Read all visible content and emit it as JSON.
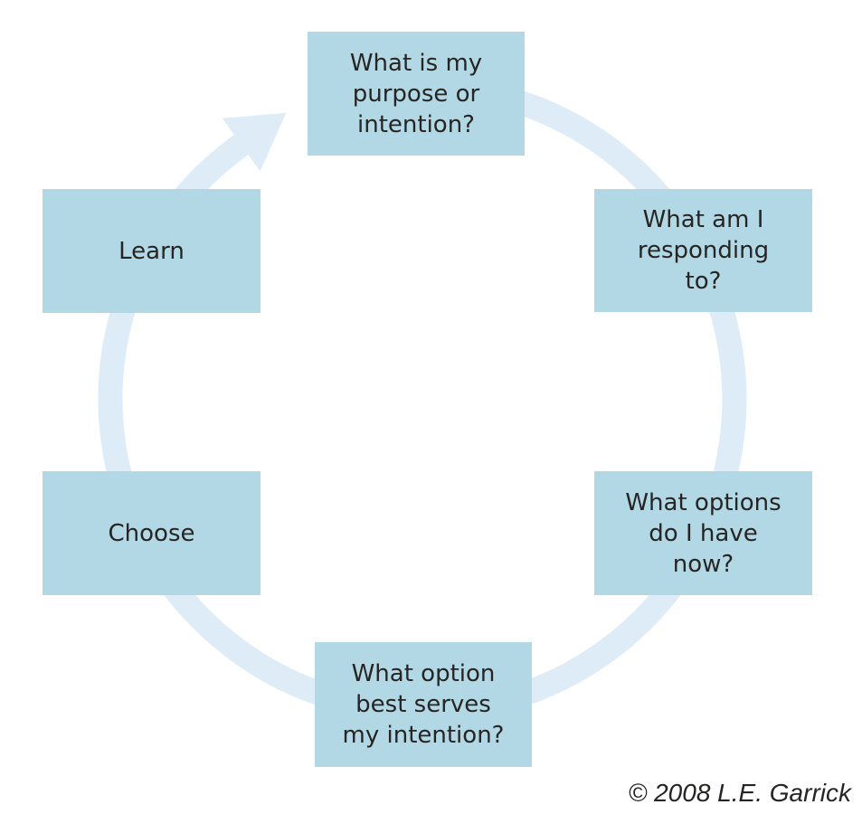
{
  "diagram": {
    "type": "cycle",
    "direction": "clockwise",
    "nodes": [
      {
        "id": "purpose",
        "label": "What is my\npurpose or\nintention?"
      },
      {
        "id": "responding",
        "label": "What am I\nresponding\nto?"
      },
      {
        "id": "options",
        "label": "What options\ndo I have\nnow?"
      },
      {
        "id": "best-option",
        "label": "What option\nbest serves\nmy intention?"
      },
      {
        "id": "choose",
        "label": "Choose"
      },
      {
        "id": "learn",
        "label": "Learn"
      }
    ],
    "copyright": "© 2008 L.E. Garrick",
    "colors": {
      "node_fill": "#b2d8e5",
      "arrow": "#ddecf7",
      "text": "#272523",
      "background": "#ffffff"
    }
  }
}
